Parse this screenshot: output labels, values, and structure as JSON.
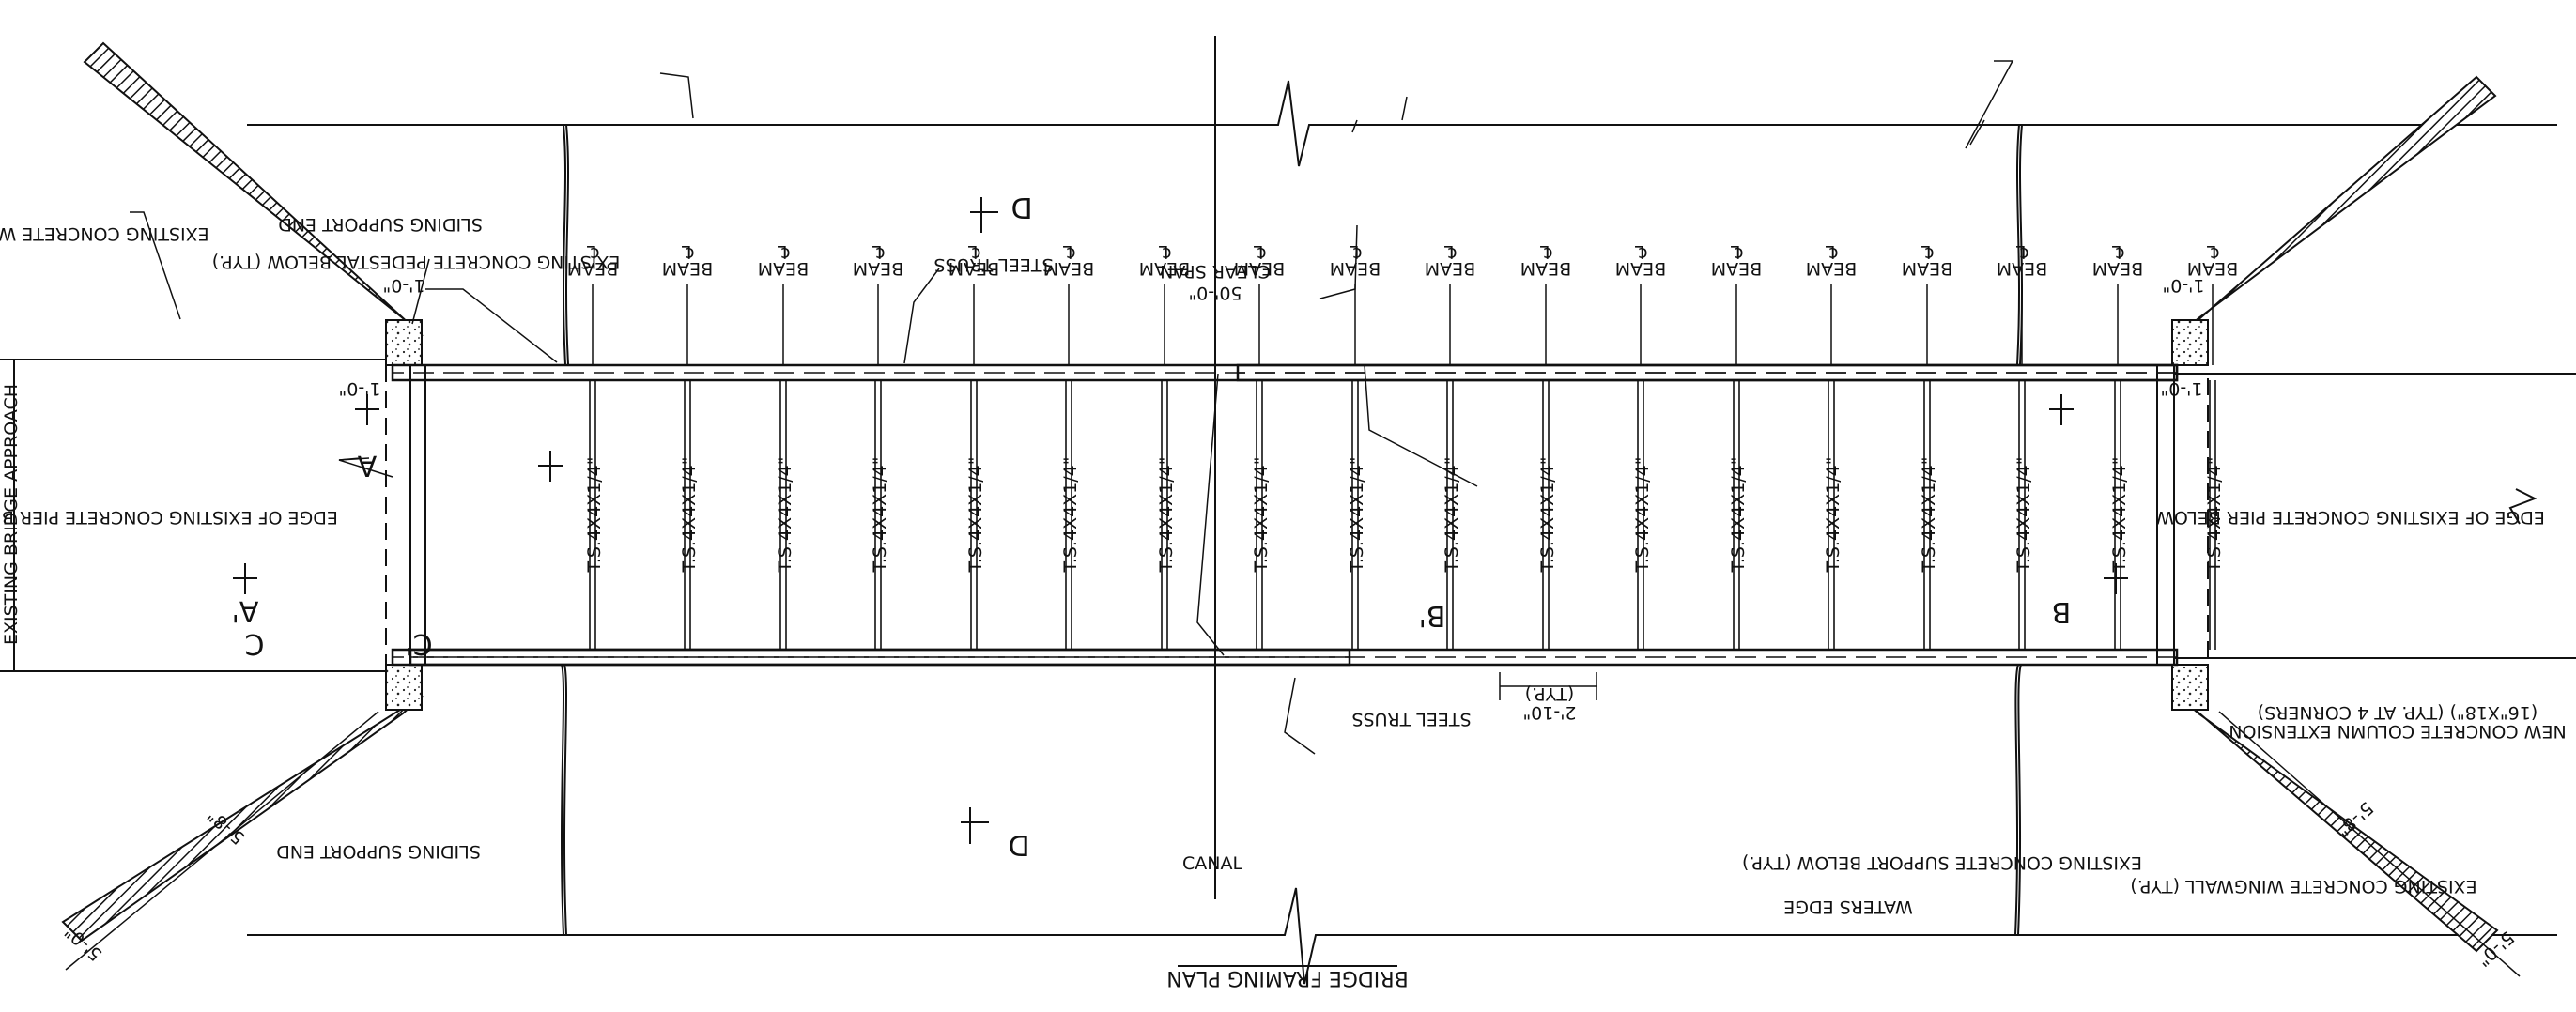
{
  "plan": {
    "title": "BRIDGE FRAMING PLAN",
    "span_dim": "50'-0\"",
    "span_label": "CLEAR SPAN",
    "approach_label": "EXISTING BRIDGE APPROACH",
    "canal_label": "CANAL",
    "beam_spacing": "2'-10\"",
    "beam_spacing_note": "(TYP.)",
    "wingwall_dim_a": "5'-0\"",
    "wingwall_dim_b": "5'-8\"",
    "pier_dim": "1'-0\"",
    "member_label": "T.S.4X4X1/4\"",
    "beam_label": "BEAM",
    "beam_count": 18
  },
  "labels": {
    "steel_truss": "STEEL TRUSS",
    "sliding_support": "SLIDING SUPPORT END",
    "pedestal": "EXISTING CONCRETE PEDESTAL BELOW (TYP.)",
    "pier_edge": "EDGE OF EXISTING CONCRETE PIER BELOW",
    "wingwall": "EXISTING CONCRETE WINGWALL (TYP.)",
    "column_ext_1": "NEW CONCRETE COLUMN EXTENSION",
    "column_ext_2": "(16\"X18\") (TYP. AT 4 CORNERS)",
    "support_below": "EXISTING CONCRETE SUPPORT BELOW (TYP.)",
    "waters_edge": "WATERS EDGE"
  },
  "sections": {
    "a": "A",
    "a_prime": "A'",
    "b": "B",
    "b_prime": "B'",
    "c": "C",
    "c_prime": "C'",
    "d": "D"
  }
}
